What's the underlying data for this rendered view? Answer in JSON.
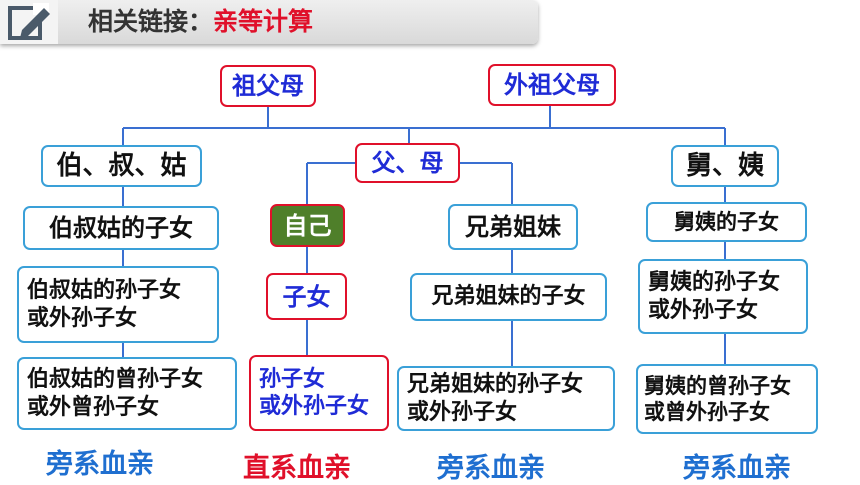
{
  "header": {
    "prefix": "相关链接：",
    "topic": "亲等计算"
  },
  "colors": {
    "line": "#3a6fd1",
    "box_border": "#3aa0d8",
    "red_border": "#e0102a",
    "blue_text": "#1f2bd6",
    "self_fill": "#4f7f2a",
    "collateral_label": "#1f6fd0",
    "direct_label": "#e0102a"
  },
  "nodes": {
    "grandparents": "祖父母",
    "maternal_grandparents": "外祖父母",
    "paternal_aunts_uncles": "伯、叔、姑",
    "parents": "父、母",
    "maternal_uncles_aunts": "舅、姨",
    "paternal_cousins": "伯叔姑的子女",
    "self": "自己",
    "siblings": "兄弟姐妹",
    "maternal_cousins": "舅姨的子女",
    "paternal_grandchildren_1": "伯叔姑的孙子女",
    "paternal_grandchildren_2": "或外孙子女",
    "children": "子女",
    "siblings_children": "兄弟姐妹的子女",
    "maternal_grandchildren_1": "舅姨的孙子女",
    "maternal_grandchildren_2": "或外孙子女",
    "paternal_great_1": "伯叔姑的曾孙子女",
    "paternal_great_2": "或外曾孙子女",
    "grandchildren_1": "孙子女",
    "grandchildren_2": "或外孙子女",
    "siblings_grandchildren_1": "兄弟姐妹的孙子女",
    "siblings_grandchildren_2": "或外孙子女",
    "maternal_great_1": "舅姨的曾孙子女",
    "maternal_great_2": "或曾外孙子女"
  },
  "labels": {
    "col1": "旁系血亲",
    "col2": "直系血亲",
    "col3": "旁系血亲",
    "col4": "旁系血亲"
  }
}
